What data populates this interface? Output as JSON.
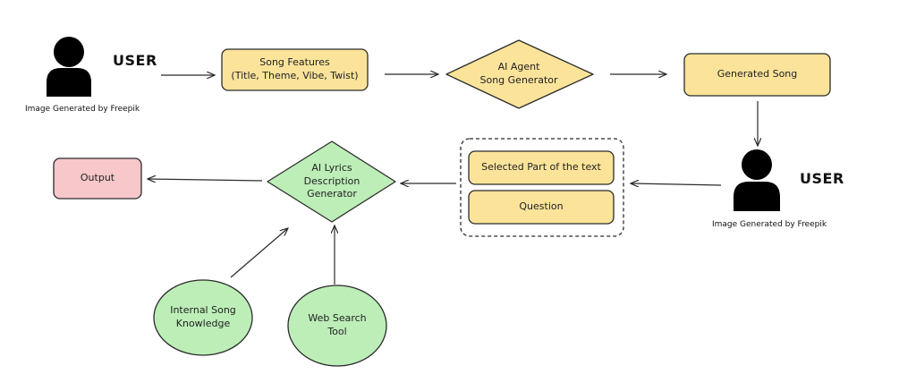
{
  "colors": {
    "yellow": "#fbe49a",
    "green": "#bdeeb8",
    "pink": "#f7c7ca",
    "stroke": "#2b2b2b"
  },
  "user_top": {
    "label": "USER",
    "caption": "Image Generated by Freepik",
    "icon": "user-silhouette-icon"
  },
  "user_right": {
    "label": "USER",
    "caption": "Image Generated by Freepik",
    "icon": "user-silhouette-icon"
  },
  "nodes": {
    "song_features": "Song Features\n(Title, Theme, Vibe, Twist)",
    "agent_generator": "AI Agent\nSong Generator",
    "generated_song": "Generated Song",
    "selected_part": "Selected Part of the text",
    "question": "Question",
    "lyrics_generator": "AI Lyrics\nDescription\nGenerator",
    "output": "Output",
    "internal_knowledge": "Internal Song\nKnowledge",
    "web_search": "Web Search\nTool"
  }
}
